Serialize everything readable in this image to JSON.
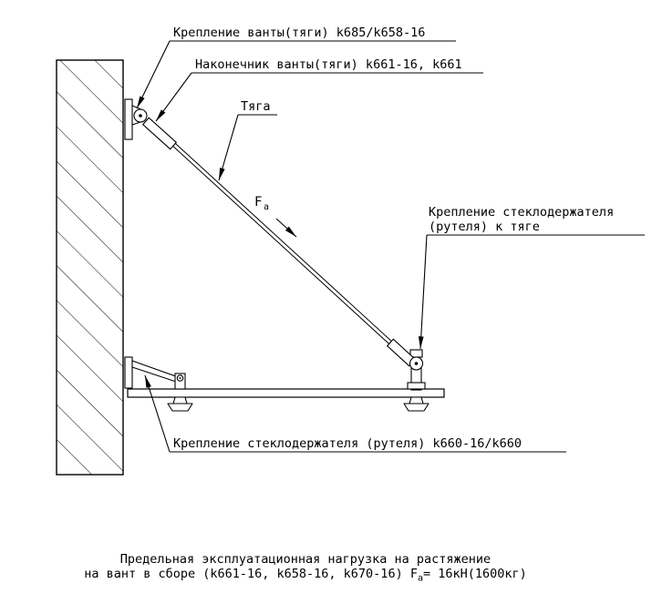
{
  "drawing": {
    "labels": {
      "vanta_mount": "Крепление ванты(тяги) k685/k658-16",
      "vanta_tip": "Наконечник ванты(тяги) k661-16, k661",
      "rod": "Тяга",
      "force_symbol": "F",
      "force_subscript": "a",
      "rutel_to_rod_line1": "Крепление стеклодержателя",
      "rutel_to_rod_line2": "(рутеля) к тяге",
      "rutel_mount": "Крепление стеклодержателя (рутеля) k660-16/k660"
    },
    "caption": {
      "line1": "Предельная эксплуатационная нагрузка на растяжение",
      "line2_prefix": "на вант в сборе (k661-16, k658-16, k670-16)  F",
      "line2_subscript": "a",
      "line2_suffix": "= 16кН(1600кг)"
    },
    "colors": {
      "line": "#000000",
      "background": "#ffffff"
    }
  }
}
